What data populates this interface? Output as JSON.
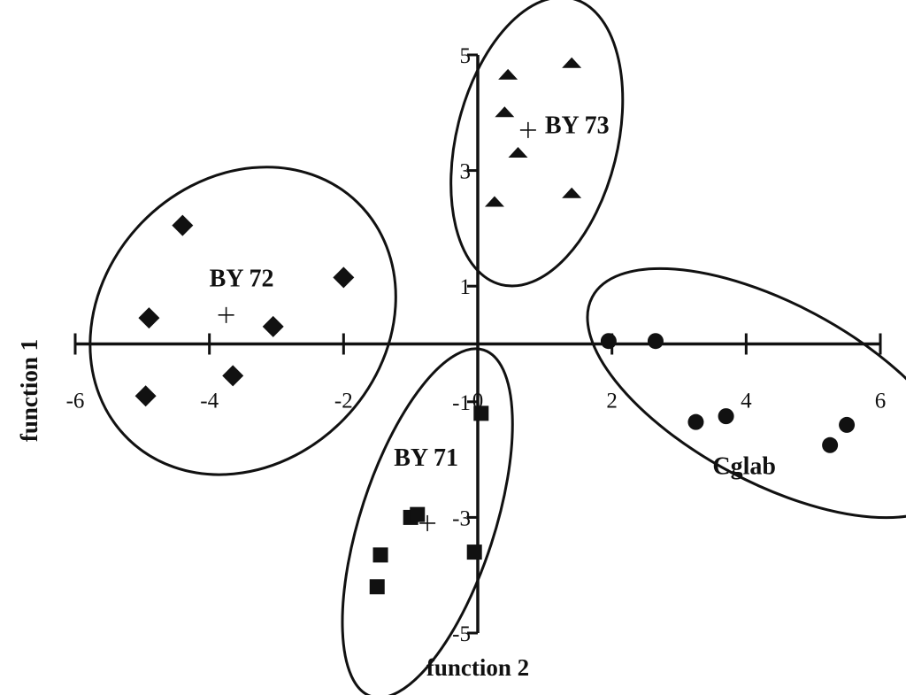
{
  "chart_data": {
    "type": "scatter",
    "xlabel": "function 2",
    "ylabel": "function 1",
    "xlim": [
      -6,
      6
    ],
    "ylim": [
      -5,
      5
    ],
    "x_ticks": [
      -6,
      -4,
      -2,
      0,
      2,
      4,
      6
    ],
    "x_tick_labels": [
      "-6",
      "-4",
      "-2",
      "0",
      "2",
      "4",
      "6"
    ],
    "y_ticks": [
      -5,
      -3,
      -1,
      1,
      3,
      5
    ],
    "y_tick_labels": [
      "-5",
      "-3",
      "-1",
      "1",
      "3",
      "5"
    ],
    "grid": false,
    "series": [
      {
        "name": "BY 71",
        "marker": "square",
        "points": [
          [
            0.05,
            -1.2
          ],
          [
            -1.0,
            -3.0
          ],
          [
            -0.9,
            -2.95
          ],
          [
            -1.45,
            -3.65
          ],
          [
            -1.5,
            -4.2
          ],
          [
            -0.05,
            -3.6
          ]
        ],
        "centroid": [
          -0.75,
          -3.1
        ],
        "ellipse": {
          "cx": -0.75,
          "cy": -3.1,
          "rx": 1.0,
          "ry": 3.15,
          "rotate": 18
        }
      },
      {
        "name": "BY 72",
        "marker": "diamond",
        "points": [
          [
            -4.4,
            2.05
          ],
          [
            -2.0,
            1.15
          ],
          [
            -4.9,
            0.45
          ],
          [
            -3.05,
            0.3
          ],
          [
            -3.65,
            -0.55
          ],
          [
            -4.95,
            -0.9
          ]
        ],
        "centroid": [
          -3.75,
          0.5
        ],
        "ellipse": {
          "cx": -3.5,
          "cy": 0.4,
          "rx": 2.1,
          "ry": 2.85,
          "rotate": 44
        }
      },
      {
        "name": "BY 73",
        "marker": "triangle",
        "points": [
          [
            0.45,
            4.65
          ],
          [
            1.4,
            4.85
          ],
          [
            0.4,
            4.0
          ],
          [
            0.6,
            3.3
          ],
          [
            0.25,
            2.45
          ],
          [
            1.4,
            2.6
          ]
        ],
        "centroid": [
          0.75,
          3.7
        ],
        "ellipse": {
          "cx": 0.88,
          "cy": 3.5,
          "rx": 1.2,
          "ry": 2.55,
          "rotate": 14
        }
      },
      {
        "name": "Cglab",
        "marker": "circle",
        "points": [
          [
            1.95,
            0.05
          ],
          [
            2.65,
            0.05
          ],
          [
            3.25,
            -1.35
          ],
          [
            3.7,
            -1.25
          ],
          [
            5.5,
            -1.4
          ],
          [
            5.25,
            -1.75
          ]
        ],
        "centroid": null,
        "ellipse": {
          "cx": 4.4,
          "cy": -0.85,
          "rx": 3.05,
          "ry": 1.55,
          "rotate": 28
        }
      }
    ],
    "annotations": [
      {
        "text": "BY 71",
        "x": -1.25,
        "y": -1.95
      },
      {
        "text": "BY 72",
        "x": -4.0,
        "y": 1.15
      },
      {
        "text": "BY 73",
        "x": 1.0,
        "y": 3.8
      },
      {
        "text": "Cglab",
        "x": 3.5,
        "y": -2.1
      }
    ]
  }
}
